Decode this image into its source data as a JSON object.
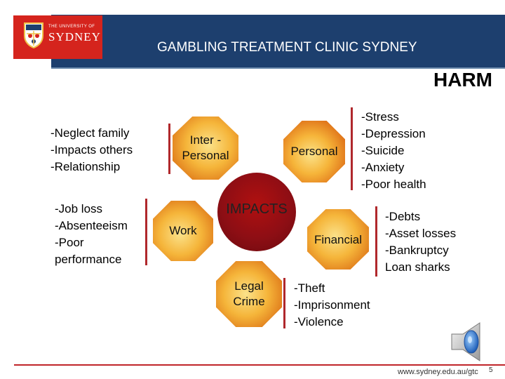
{
  "header": {
    "logo_small": "THE UNIVERSITY OF",
    "logo_name": "SYDNEY",
    "clinic_title": "GAMBLING TREATMENT CLINIC SYDNEY"
  },
  "slide": {
    "title": "HARM",
    "center_label": "IMPACTS",
    "categories": {
      "inter_line1": "Inter -",
      "inter_line2": "Personal",
      "personal": "Personal",
      "work": "Work",
      "financial": "Financial",
      "legal_line1": "Legal",
      "legal_line2": "Crime"
    },
    "impacts": {
      "interpersonal": [
        "-Neglect family",
        "-Impacts others",
        "-Relationship"
      ],
      "personal": [
        "-Stress",
        "-Depression",
        "-Suicide",
        "-Anxiety",
        "-Poor health"
      ],
      "work": [
        "-Job loss",
        "-Absenteeism",
        "-Poor",
        "performance"
      ],
      "financial": [
        "-Debts",
        "-Asset losses",
        "-Bankruptcy",
        "Loan sharks"
      ],
      "legal": [
        "-Theft",
        "-Imprisonment",
        "-Violence"
      ]
    }
  },
  "footer": {
    "url": "www.sydney.edu.au/gtc",
    "page_number": "5"
  },
  "colors": {
    "header_blue": "#1d3f6e",
    "brand_red": "#d5241d",
    "accent_line": "#b0282c",
    "octagon_orange": "#f5b53a",
    "center_maroon": "#8e0e14"
  },
  "icons": [
    "university-crest-icon",
    "speaker-icon"
  ]
}
